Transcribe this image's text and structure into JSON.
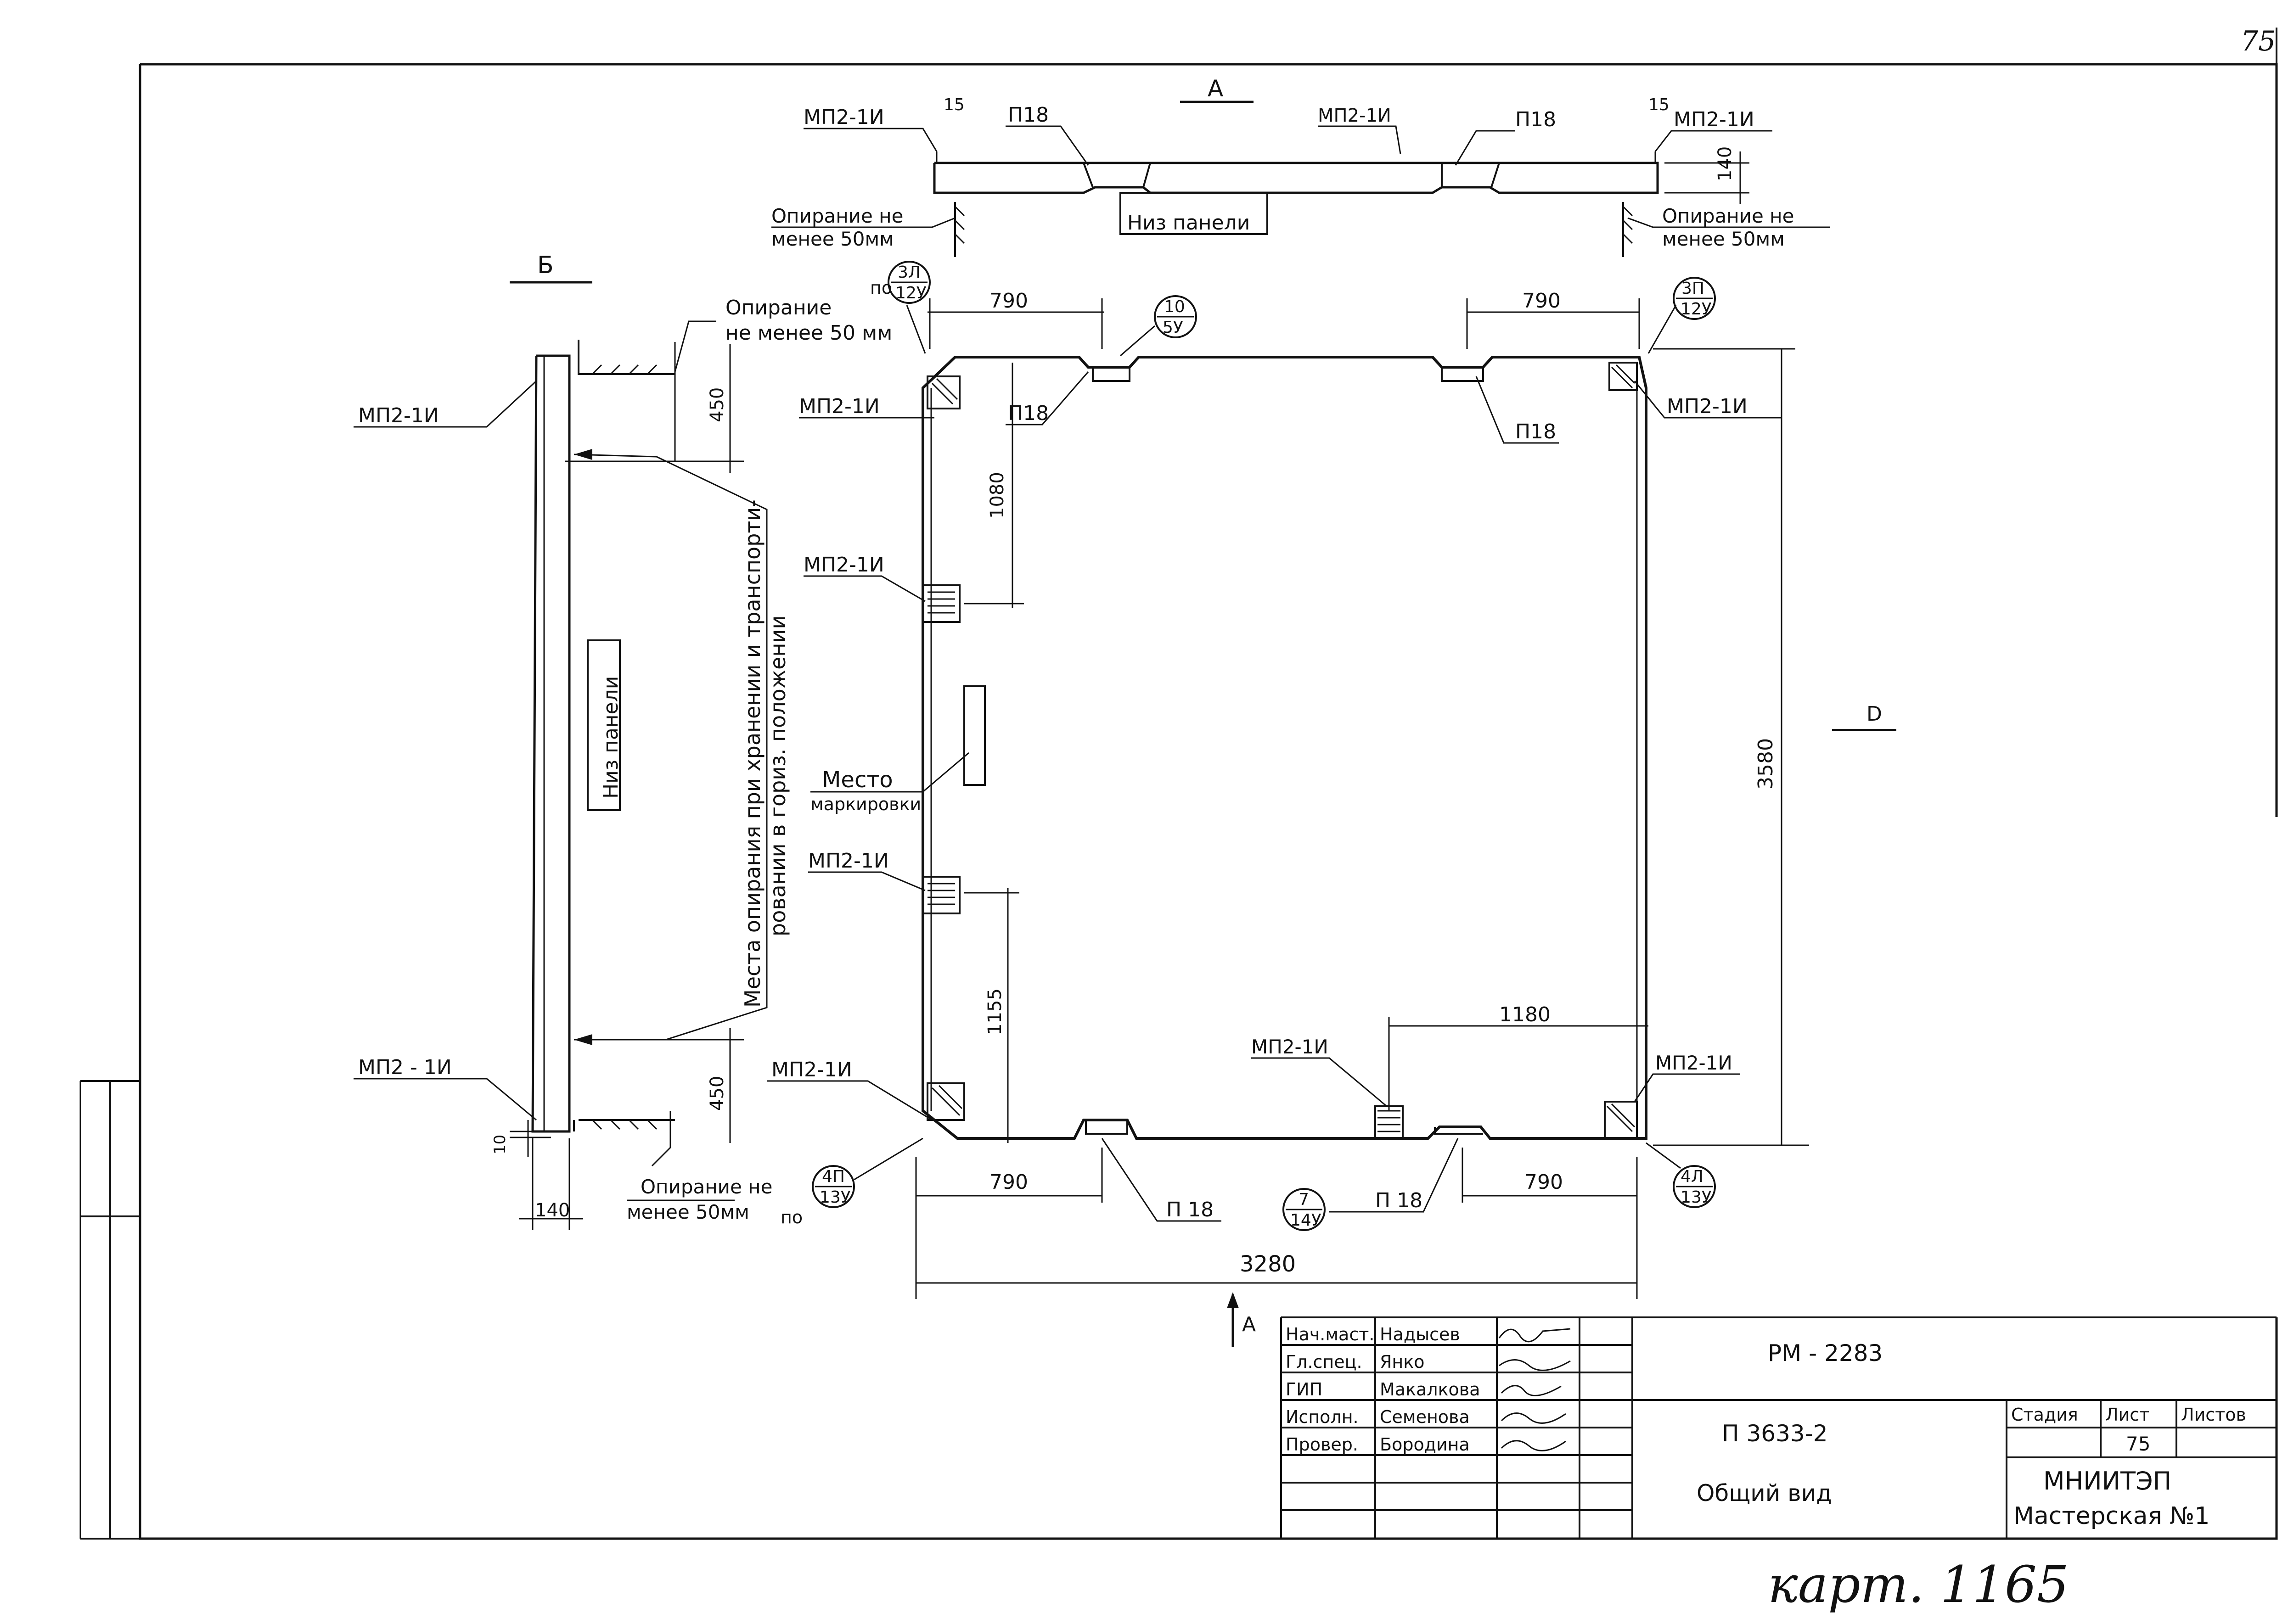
{
  "sheet_corner_number": "75",
  "view_a": {
    "mark": "А",
    "label_mp_left": "МП2-1И",
    "label_p18_left": "П18",
    "label_mp_mid": "МП2-1И",
    "label_p18_right": "П18",
    "label_mp_right": "МП2-1И",
    "dim_15_left": "15",
    "dim_15_right": "15",
    "dim_140": "140",
    "panel_bottom": "Низ панели",
    "support_left_1": "Опирание не",
    "support_left_2": "менее 50мм",
    "support_right_1": "Опирание не",
    "support_right_2": "менее 50мм"
  },
  "view_b": {
    "mark": "Б",
    "support_top_1": "Опирание",
    "support_top_2": "не менее 50 мм",
    "dim_450_top": "450",
    "label_mp_top": "МП2-1И",
    "panel_bottom": "Низ панели",
    "storage_1": "Места опирания при хранении и транспорти-",
    "storage_2": "ровании в гориз. положении",
    "label_mp_bottom": "МП2 - 1И",
    "dim_450_bottom": "450",
    "dim_10": "10",
    "dim_140": "140",
    "support_bottom_1": "Опирание не",
    "support_bottom_2": "менее 50мм"
  },
  "plan": {
    "ref_po_left_top": "по",
    "callout_3l": {
      "top": "3Л",
      "bottom": "12У"
    },
    "callout_10": {
      "top": "10",
      "bottom": "5У"
    },
    "callout_3p": {
      "top": "3П",
      "bottom": "12У"
    },
    "dim_790_tl": "790",
    "dim_790_tr": "790",
    "label_mp_tl": "МП2-1И",
    "label_p18_tl": "П18",
    "label_p18_tr": "П18",
    "label_mp_tr": "МП2-1И",
    "dim_1080": "1080",
    "label_mp_ml": "МП2-1И",
    "mark_place_1": "Место",
    "mark_place_2": "маркировки",
    "label_mp_ml2": "МП2-1И",
    "dim_1155": "1155",
    "dim_3580": "3580",
    "section_d": "D",
    "dim_1180": "1180",
    "label_mp_br_mid": "МП2-1И",
    "label_mp_br": "МП2-1И",
    "label_mp_bl": "МП2-1И",
    "ref_po_left_bottom": "по",
    "callout_4p": {
      "top": "4П",
      "bottom": "13У"
    },
    "label_p18_bl": "П 18",
    "callout_7": {
      "top": "7",
      "bottom": "14У"
    },
    "label_p18_br": "П 18",
    "callout_4l": {
      "top": "4Л",
      "bottom": "13У"
    },
    "dim_790_bl": "790",
    "dim_790_br": "790",
    "dim_3280": "3280",
    "section_a_arrow": "А"
  },
  "title_block": {
    "rows": [
      {
        "role": "Нач.маст.",
        "name": "Надысев"
      },
      {
        "role": "Гл.спец.",
        "name": "Янко"
      },
      {
        "role": "ГИП",
        "name": "Макалкова"
      },
      {
        "role": "Исполн.",
        "name": "Семенова"
      },
      {
        "role": "Провер.",
        "name": "Бородина"
      }
    ],
    "doc_code": "РМ - 2283",
    "series": "П 3633-2",
    "sheet_title": "Общий вид",
    "hdr_stage": "Стадия",
    "hdr_sheet": "Лист",
    "hdr_sheets": "Листов",
    "sheet_no": "75",
    "org_1": "МНИИТЭП",
    "org_2": "Мастерская №1"
  },
  "bottom_note": "карт. 1165"
}
